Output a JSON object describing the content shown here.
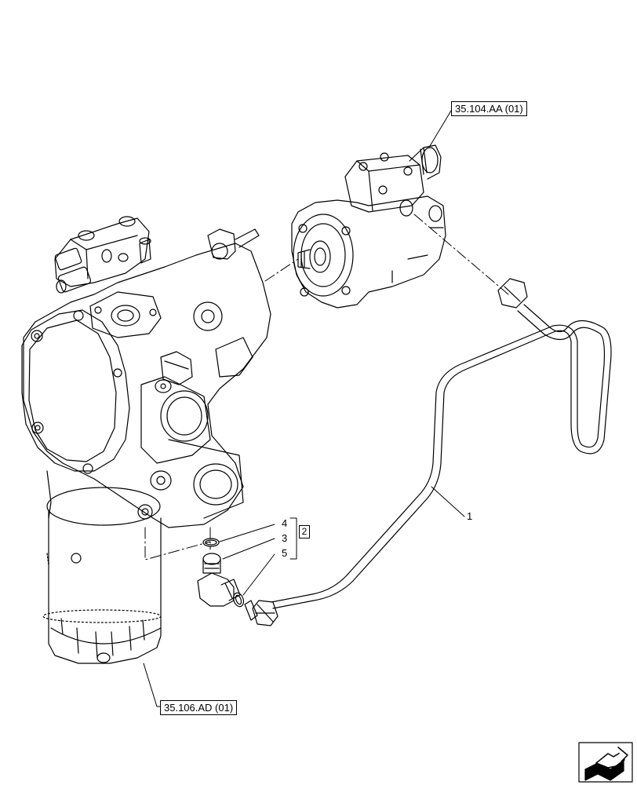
{
  "references": {
    "top_ref": "35.104.AA (01)",
    "bottom_ref": "35.106.AD (01)"
  },
  "callouts": {
    "item_1": "1",
    "item_2": "2",
    "item_3": "3",
    "item_4": "4",
    "item_5": "5"
  },
  "icons": {
    "nav_icon": "next-page-arrow-icon"
  }
}
